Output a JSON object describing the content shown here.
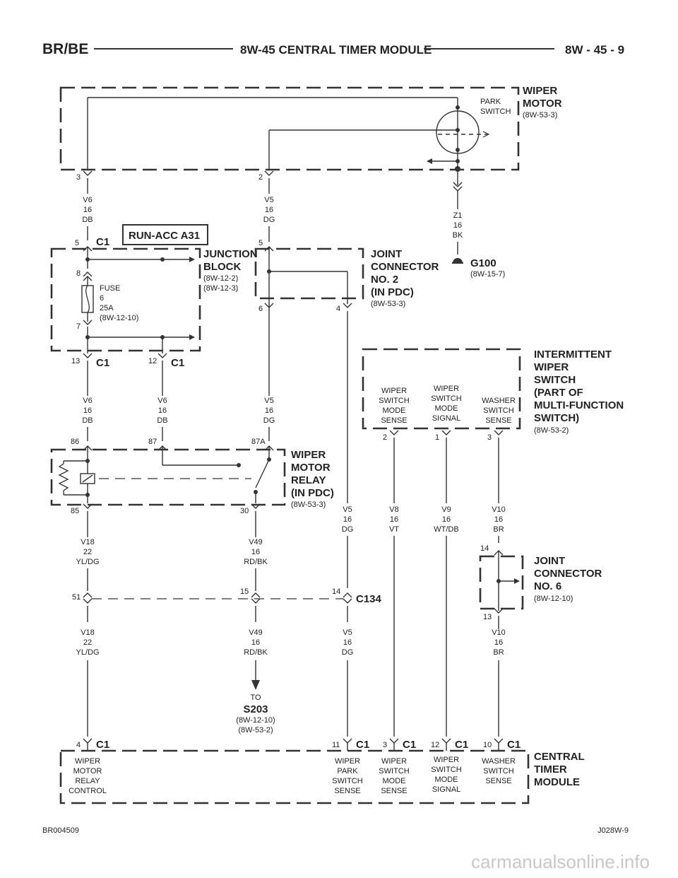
{
  "header": {
    "left": "BR/BE",
    "center": "8W-45 CENTRAL TIMER MODULE",
    "right": "8W - 45 - 9"
  },
  "footer": {
    "left": "BR004509",
    "right": "J028W-9",
    "watermark": "carmanualsonline.info"
  },
  "components": {
    "wiper_motor": {
      "l1": "WIPER",
      "l2": "MOTOR",
      "ref": "(8W-53-3)",
      "switch_l1": "PARK",
      "switch_l2": "SWITCH"
    },
    "junction_block": {
      "l1": "JUNCTION",
      "l2": "BLOCK",
      "ref1": "(8W-12-2)",
      "ref2": "(8W-12-3)"
    },
    "run_acc": "RUN-ACC A31",
    "fuse": {
      "l1": "FUSE",
      "l2": "6",
      "l3": "25A",
      "l4": "(8W-12-10)"
    },
    "joint2": {
      "l1": "JOINT",
      "l2": "CONNECTOR",
      "l3": "NO. 2",
      "l4": "(IN PDC)",
      "ref": "(8W-53-3)"
    },
    "g100": {
      "name": "G100",
      "ref": "(8W-15-7)"
    },
    "intermittent": {
      "l1": "INTERMITTENT",
      "l2": "WIPER",
      "l3": "SWITCH",
      "l4": "(PART OF",
      "l5": "MULTI-FUNCTION",
      "l6": "SWITCH)",
      "ref": "(8W-53-2)"
    },
    "relay": {
      "l1": "WIPER",
      "l2": "MOTOR",
      "l3": "RELAY",
      "l4": "(IN PDC)",
      "ref": "(8W-53-3)"
    },
    "joint6": {
      "l1": "JOINT",
      "l2": "CONNECTOR",
      "l3": "NO. 6",
      "ref": "(8W-12-10)"
    },
    "ctm": {
      "l1": "CENTRAL",
      "l2": "TIMER",
      "l3": "MODULE"
    },
    "s203": {
      "to": "TO",
      "name": "S203",
      "ref1": "(8W-12-10)",
      "ref2": "(8W-53-2)"
    },
    "c134": "C134"
  },
  "sense_labels": {
    "mode_sense": [
      "WIPER",
      "SWITCH",
      "MODE",
      "SENSE"
    ],
    "mode_signal": [
      "WIPER",
      "SWITCH",
      "MODE",
      "SIGNAL"
    ],
    "washer_sense": [
      "WASHER",
      "SWITCH",
      "SENSE"
    ],
    "ctm_relay": [
      "WIPER",
      "MOTOR",
      "RELAY",
      "CONTROL"
    ],
    "ctm_park": [
      "WIPER",
      "PARK",
      "SWITCH",
      "SENSE"
    ],
    "ctm_mode_sense": [
      "WIPER",
      "SWITCH",
      "MODE",
      "SENSE"
    ],
    "ctm_mode_signal": [
      "WIPER",
      "SWITCH",
      "MODE",
      "SIGNAL"
    ],
    "ctm_washer": [
      "WASHER",
      "SWITCH",
      "SENSE"
    ]
  },
  "wires": {
    "v6_top": [
      "V6",
      "16",
      "DB"
    ],
    "v5_top": [
      "V5",
      "16",
      "DG"
    ],
    "z1": [
      "Z1",
      "16",
      "BK"
    ],
    "v6_a": [
      "V6",
      "16",
      "DB"
    ],
    "v6_b": [
      "V6",
      "16",
      "DB"
    ],
    "v5_mid": [
      "V5",
      "16",
      "DG"
    ],
    "v5_right": [
      "V5",
      "16",
      "DG"
    ],
    "v8": [
      "V8",
      "16",
      "VT"
    ],
    "v9": [
      "V9",
      "16",
      "WT/DB"
    ],
    "v10_a": [
      "V10",
      "16",
      "BR"
    ],
    "v18_a": [
      "V18",
      "22",
      "YL/DG"
    ],
    "v49_a": [
      "V49",
      "16",
      "RD/BK"
    ],
    "v18_b": [
      "V18",
      "22",
      "YL/DG"
    ],
    "v49_b": [
      "V49",
      "16",
      "RD/BK"
    ],
    "v5_b": [
      "V5",
      "16",
      "DG"
    ],
    "v10_b": [
      "V10",
      "16",
      "BR"
    ]
  },
  "pins": {
    "p3": "3",
    "p2": "2",
    "p5a": "5",
    "p5b": "5",
    "p8": "8",
    "p7": "7",
    "p6": "6",
    "p4": "4",
    "p13": "13",
    "p12": "12",
    "p2b": "2",
    "p1b": "1",
    "p3b": "3",
    "p86": "86",
    "p87": "87",
    "p87a": "87A",
    "p85": "85",
    "p30": "30",
    "p14a": "14",
    "p51": "51",
    "p15": "15",
    "p14b": "14",
    "p13b": "13",
    "p4c": "4",
    "p11c": "11",
    "p3c": "3",
    "p12c": "12",
    "p10c": "10"
  },
  "connector": "C1"
}
